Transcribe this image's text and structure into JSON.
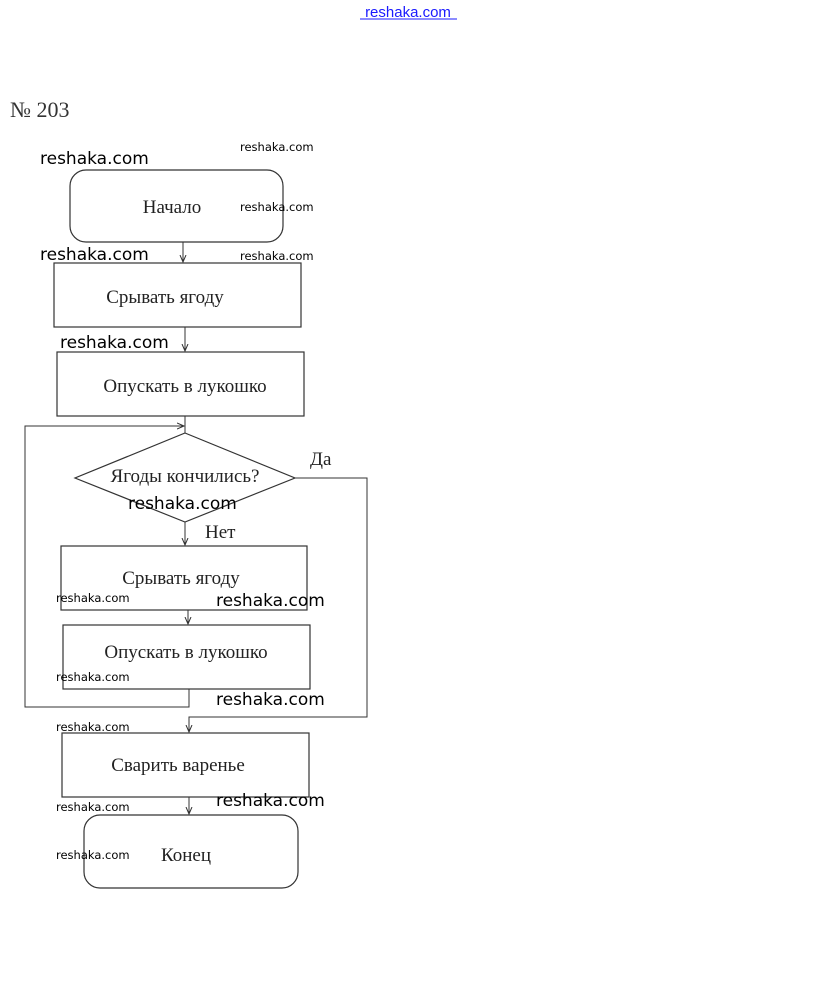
{
  "header": {
    "site": "reshaka.com"
  },
  "problem_number": "№ 203",
  "flowchart": {
    "start": "Начало",
    "step1": "Срывать ягоду",
    "step2": "Опускать в лукошко",
    "decision": "Ягоды кончились?",
    "yes_label": "Да",
    "no_label": "Нет",
    "loop_step1": "Срывать ягоду",
    "loop_step2": "Опускать в лукошко",
    "final_step": "Сварить варенье",
    "end": "Конец"
  },
  "watermark": "reshaka.com"
}
